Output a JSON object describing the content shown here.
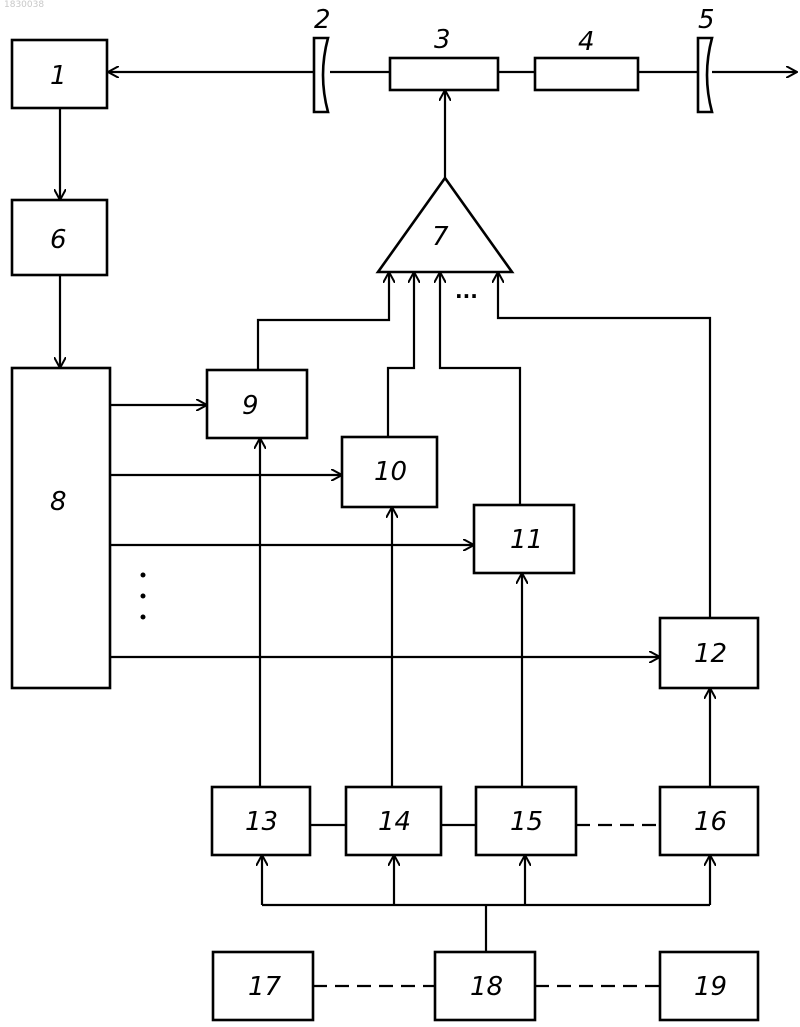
{
  "corner_code": "1830038",
  "labels": {
    "b1": "1",
    "b2": "2",
    "b3": "3",
    "b4": "4",
    "b5": "5",
    "b6": "6",
    "b7": "7",
    "b8": "8",
    "b9": "9",
    "b10": "10",
    "b11": "11",
    "b12": "12",
    "b13": "13",
    "b14": "14",
    "b15": "15",
    "b16": "16",
    "b17": "17",
    "b18": "18",
    "b19": "19"
  },
  "amp_dots": "...",
  "vdots": "⋮"
}
